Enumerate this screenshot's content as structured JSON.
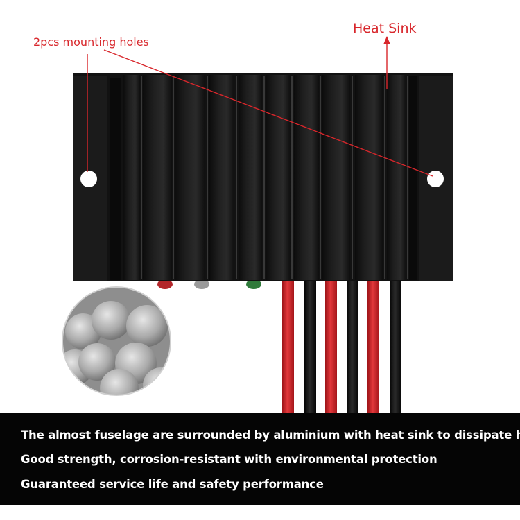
{
  "callouts": {
    "mounting_holes": "2pcs mounting holes",
    "heat_sink": "Heat Sink"
  },
  "caption": {
    "lines": [
      "The almost fuselage are surrounded by aluminium with heat sink to dissipate heat",
      "Good strength, corrosion-resistant with environmental protection",
      "Guaranteed service life and safety performance"
    ]
  },
  "colors": {
    "callout_red": "#d8262b",
    "heatsink_black": "#141414",
    "caption_bg": "#050505",
    "caption_text": "#ffffff",
    "wire_red": "#d8262b",
    "wire_black": "#0d0d0d"
  },
  "wires": [
    "red",
    "black",
    "red",
    "black",
    "red",
    "black"
  ],
  "leds": [
    "red",
    "grey",
    "green"
  ]
}
